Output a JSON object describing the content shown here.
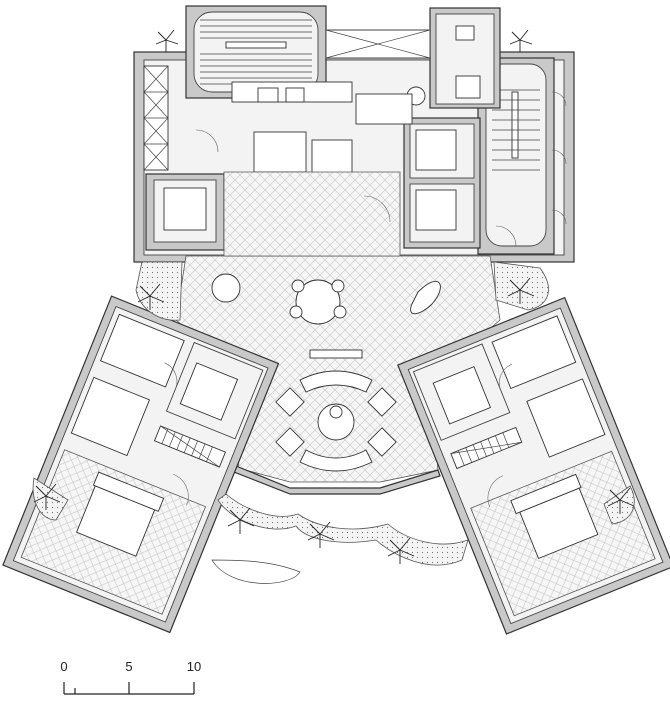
{
  "scale_bar": {
    "labels": [
      "0",
      "5",
      "10"
    ]
  }
}
